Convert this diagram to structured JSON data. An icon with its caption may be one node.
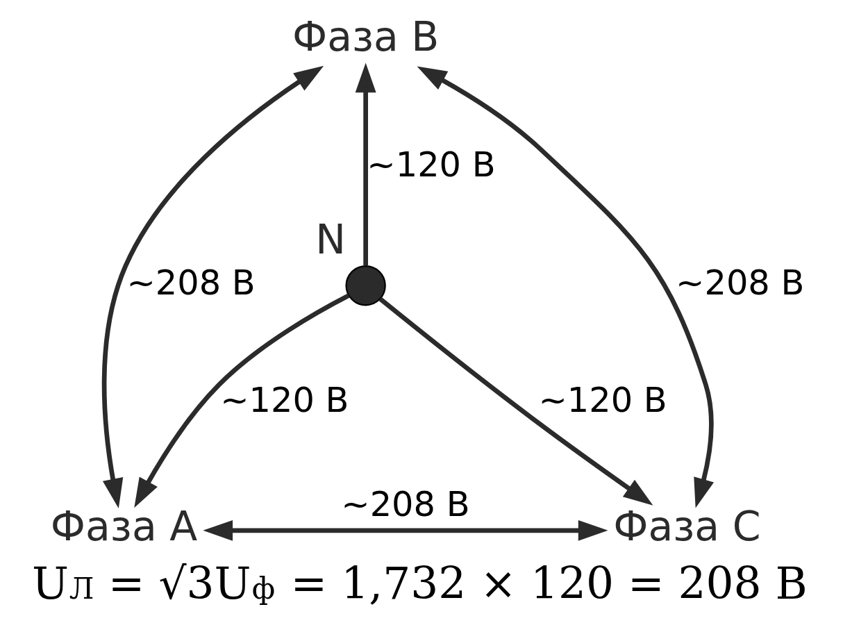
{
  "diagram": {
    "caption": "U$_{Л}$ = √3U$_{ф}$ = 1,732 × 120 = 208 В",
    "nodes": [
      {
        "text": [
          "Фаза B"
        ]
      },
      {
        "text": [],
        "shape": "circle",
        "beside": [
          "N"
        ]
      },
      {
        "text": [
          "Фаза A"
        ]
      },
      {
        "text": [
          "Фаза C"
        ]
      }
    ],
    "edges": [
      {
        "from": 2,
        "to": 0,
        "arrow": "both",
        "label": "~208 В"
      },
      {
        "from": 1,
        "to": 0,
        "arrow": "to",
        "label": "~120 В"
      },
      {
        "from": 0,
        "to": 3,
        "arrow": "both",
        "label": "~208 В"
      },
      {
        "from": 1,
        "to": 2,
        "arrow": "to",
        "label": "~120 В"
      },
      {
        "from": 1,
        "to": 3,
        "arrow": "to",
        "label": "~120 В"
      },
      {
        "from": 2,
        "to": 3,
        "arrow": "both",
        "label": "~208 В"
      }
    ]
  }
}
